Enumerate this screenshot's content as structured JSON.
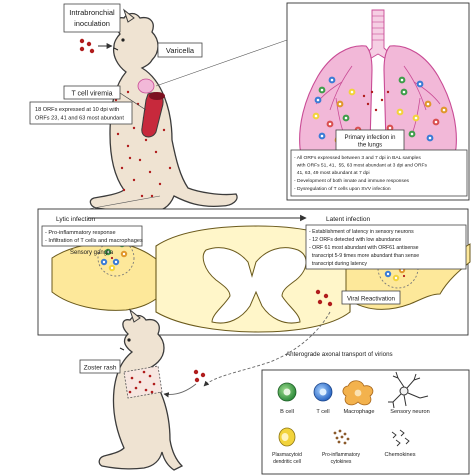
{
  "labels": {
    "intrabronchial": [
      "Intrabronchial",
      "inoculation"
    ],
    "varicella": "Varicella",
    "t_cell_viremia": "T cell viremia",
    "orfs_viremia": [
      "18 ORFs expressed at 10 dpi with",
      "ORFs 23, 41 and 63 most abundant"
    ],
    "primary_infection": [
      "Primary infection in",
      "the lungs"
    ],
    "lung_box": [
      "- All ORFs expressed between 3 and 7 dpi in BAL samples",
      "  with ORFs 51, 41,  55, 63 most abundant at 3 dpi and ORFs",
      "  41, 63, 49 most abundant at 7 dpi",
      "- Development of both innate and immune responses",
      "- Dysregulation of T cells upon SVV infection"
    ],
    "lytic_infection": "Lytic infection",
    "lytic_box": [
      "- Pro-inflammatory response",
      "- Infiltration of T cells and macrophages"
    ],
    "latent_infection": "Latent infection",
    "latent_box": [
      "- Establishment of latency in sensory neurons",
      "- 12 ORFs detected with low abundance",
      "- ORF 61 most abundant with ORF61 antisense",
      "  transcript 5-9 times more abundant than sense",
      "  transcript during latency"
    ],
    "sensory_ganglia": "Sensory ganglia",
    "viral_reactivation": "Viral Reactivation",
    "anterograde": "Anterograde axonal transport of virions",
    "zoster_rash": "Zoster rash"
  },
  "legend": {
    "items": [
      {
        "label": "B cell",
        "icon": "b-cell-icon"
      },
      {
        "label": "T cell",
        "icon": "t-cell-icon"
      },
      {
        "label": "Macrophage",
        "icon": "macrophage-icon"
      },
      {
        "label": "Sensory neuron",
        "icon": "sensory-neuron-icon"
      },
      {
        "label": "Plasmacytoid dendritic cell",
        "icon": "plasmacytoid-dendritic-cell-icon"
      },
      {
        "label": "Pro-inflammatory cytokines",
        "icon": "cytokines-icon"
      },
      {
        "label": "Chemokines",
        "icon": "chemokines-icon"
      }
    ]
  },
  "colors": {
    "lung_fill": "#f2b8d8",
    "lung_outline": "#c94b95",
    "nerve_fill": "#fde89a",
    "cord_fill": "#fff6c9",
    "virion": "#b01c1c",
    "b_cell": "#3f9d4a",
    "t_cell": "#3a7bd5",
    "macrophage": "#e0972b",
    "plasmacytoid": "#f2d33b",
    "cat_fill": "#efe3d2",
    "cat_outline": "#3b3b3b"
  }
}
